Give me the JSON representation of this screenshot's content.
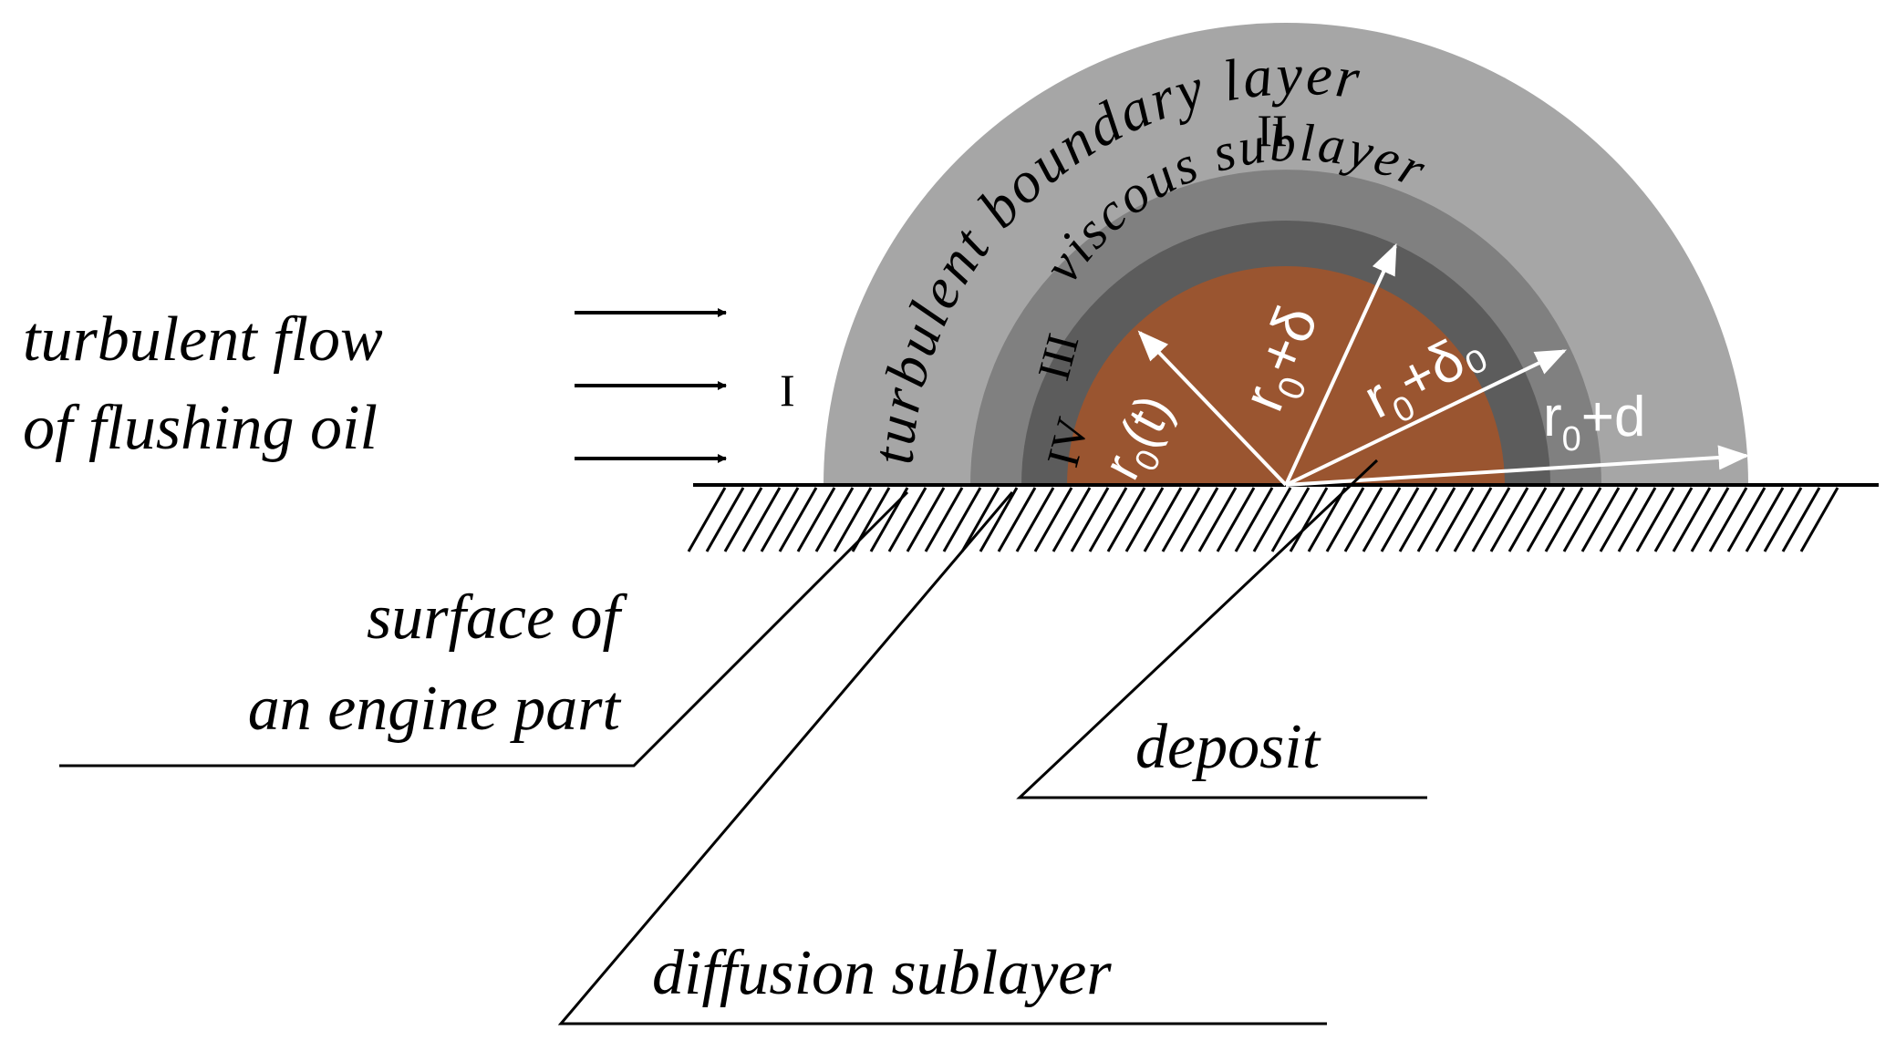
{
  "labels": {
    "flow_line1": "turbulent flow",
    "flow_line2": "of flushing oil",
    "surface_line1": "surface of",
    "surface_line2": "an engine part",
    "deposit": "deposit",
    "diffusion": "diffusion sublayer",
    "turbulent_boundary": "turbulent boundary layer",
    "viscous": "viscous sublayer"
  },
  "regions": {
    "I": "I",
    "II": "II",
    "III": "III",
    "IV": "IV"
  },
  "radii": {
    "r0t": {
      "base": "r",
      "sub": "0",
      "rest": "(t)"
    },
    "r0_delta": {
      "base": "r",
      "sub": "0",
      "rest": "+δ"
    },
    "r0_delta0": {
      "base": "r",
      "sub": "0",
      "rest": "+δ₀"
    },
    "r0_d": {
      "base": "r",
      "sub": "0",
      "rest": "+d"
    }
  },
  "colors": {
    "turbulent_boundary_layer": "#a6a6a6",
    "viscous_sublayer": "#7f7f7f",
    "diffusion_sublayer": "#5a5a5a",
    "deposit": "#9a5530",
    "arrow_white": "#ffffff",
    "line": "#000000"
  }
}
